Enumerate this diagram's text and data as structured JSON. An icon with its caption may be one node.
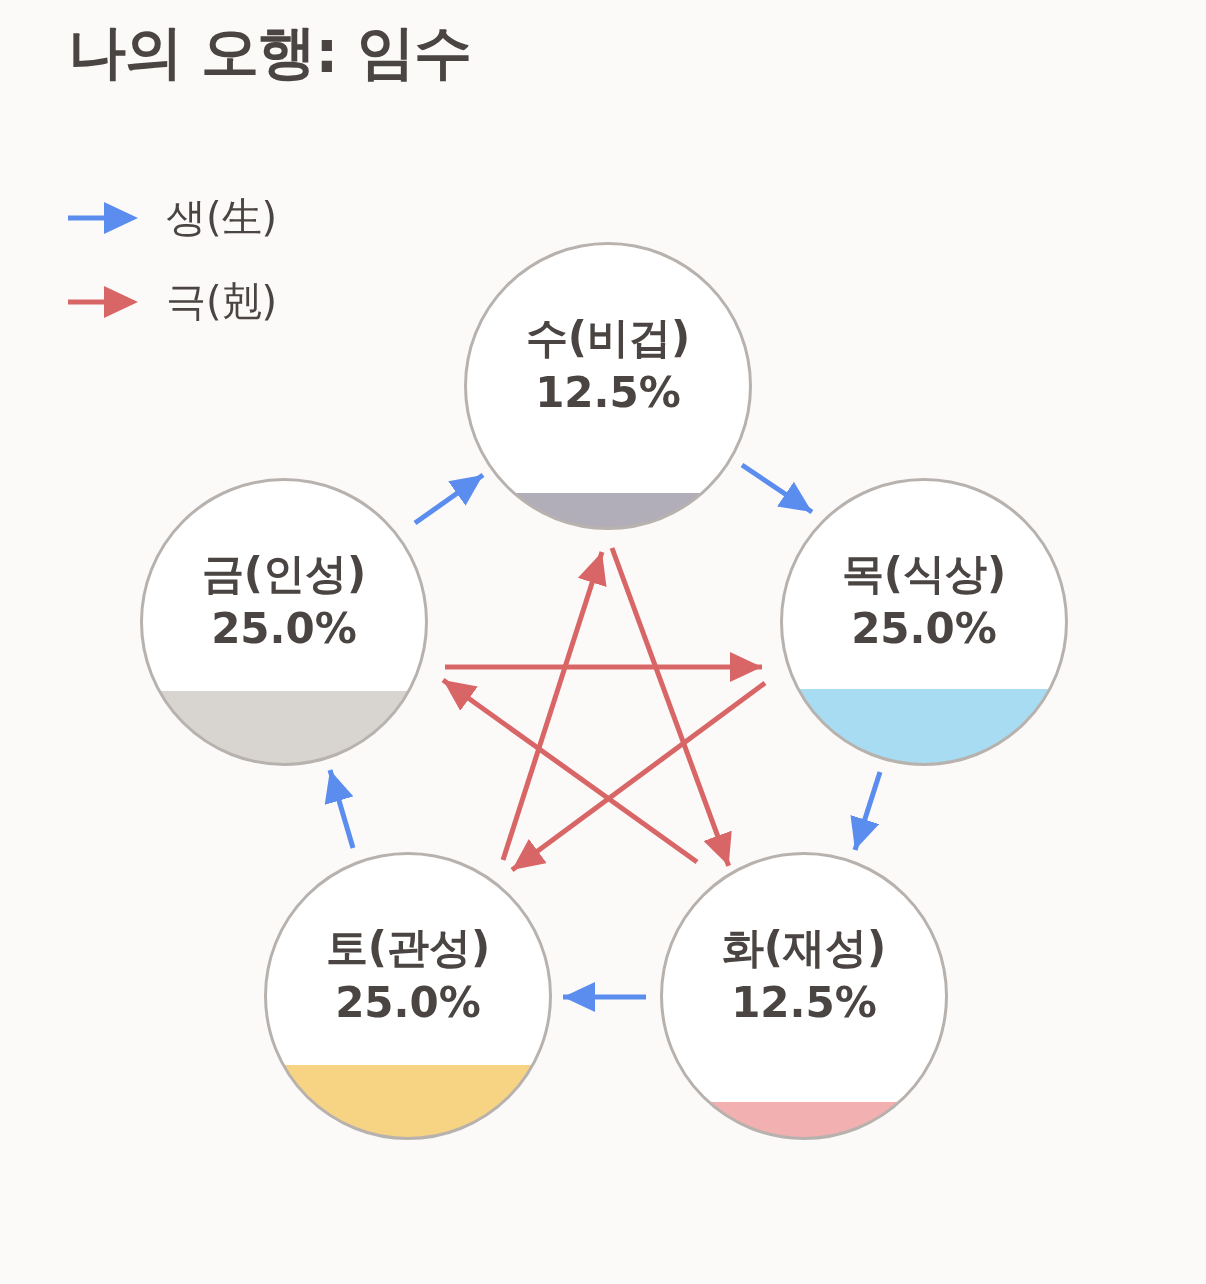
{
  "diagram": {
    "title": "나의 오행: 임수",
    "nodes": [
      {
        "text": [
          "수(비겁)",
          "12.5%"
        ]
      },
      {
        "text": [
          "목(식상)",
          "25.0%"
        ]
      },
      {
        "text": [
          "화(재성)",
          "12.5%"
        ]
      },
      {
        "text": [
          "토(관성)",
          "25.0%"
        ]
      },
      {
        "text": [
          "금(인성)",
          "25.0%"
        ]
      }
    ],
    "edges": [
      {
        "from": 0,
        "to": 1,
        "arrow": "to",
        "color": "#5b8def"
      },
      {
        "from": 1,
        "to": 2,
        "arrow": "to",
        "color": "#5b8def"
      },
      {
        "from": 2,
        "to": 3,
        "arrow": "to",
        "color": "#5b8def"
      },
      {
        "from": 3,
        "to": 4,
        "arrow": "to",
        "color": "#5b8def"
      },
      {
        "from": 4,
        "to": 0,
        "arrow": "to",
        "color": "#5b8def"
      },
      {
        "from": 0,
        "to": 2,
        "arrow": "to",
        "color": "#d96666"
      },
      {
        "from": 2,
        "to": 4,
        "arrow": "to",
        "color": "#d96666"
      },
      {
        "from": 4,
        "to": 1,
        "arrow": "to",
        "color": "#d96666"
      },
      {
        "from": 1,
        "to": 3,
        "arrow": "to",
        "color": "#d96666"
      },
      {
        "from": 3,
        "to": 0,
        "arrow": "to",
        "color": "#d96666"
      }
    ],
    "legend": [
      {
        "text": "생(生)"
      },
      {
        "text": "극(剋)"
      }
    ]
  }
}
